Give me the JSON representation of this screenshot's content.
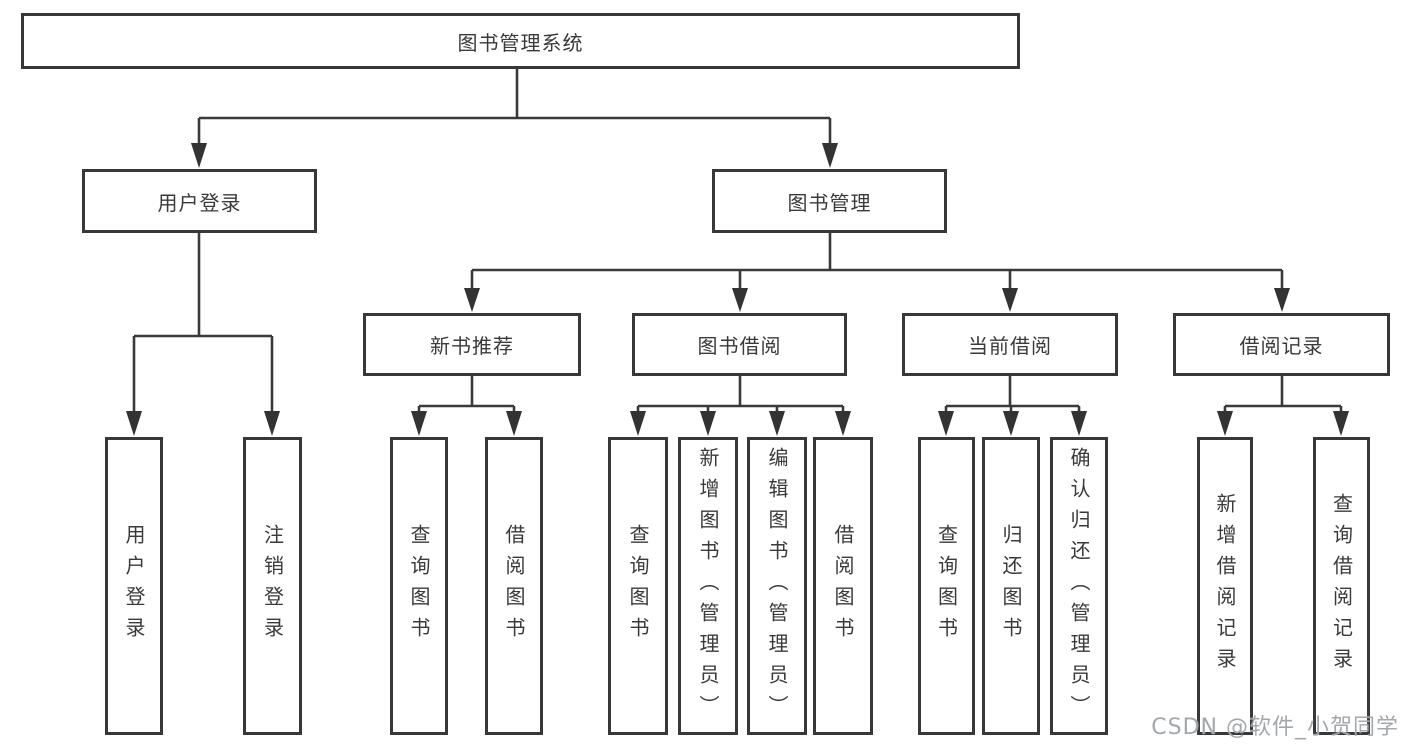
{
  "tree": {
    "root": {
      "label": "图书管理系统"
    },
    "branches": [
      {
        "label": "用户登录",
        "children": [
          {
            "label": "用户登录"
          },
          {
            "label": "注销登录"
          }
        ]
      },
      {
        "label": "图书管理",
        "groups": [
          {
            "label": "新书推荐",
            "children": [
              {
                "label": "查询图书"
              },
              {
                "label": "借阅图书"
              }
            ]
          },
          {
            "label": "图书借阅",
            "children": [
              {
                "label": "查询图书"
              },
              {
                "label": "新增图书（管理员）"
              },
              {
                "label": "编辑图书（管理员）"
              },
              {
                "label": "借阅图书"
              }
            ]
          },
          {
            "label": "当前借阅",
            "children": [
              {
                "label": "查询图书"
              },
              {
                "label": "归还图书"
              },
              {
                "label": "确认归还（管理员）"
              }
            ]
          },
          {
            "label": "借阅记录",
            "children": [
              {
                "label": "新增借阅记录"
              },
              {
                "label": "查询借阅记录"
              }
            ]
          }
        ]
      }
    ]
  },
  "watermark": {
    "text": "CSDN @软件_小贺同学"
  },
  "colors": {
    "line": "#3a3a3a",
    "box_border": "#383838",
    "text": "#3a3a3a",
    "background": "#ffffff",
    "watermark": "#9ea3a9"
  }
}
